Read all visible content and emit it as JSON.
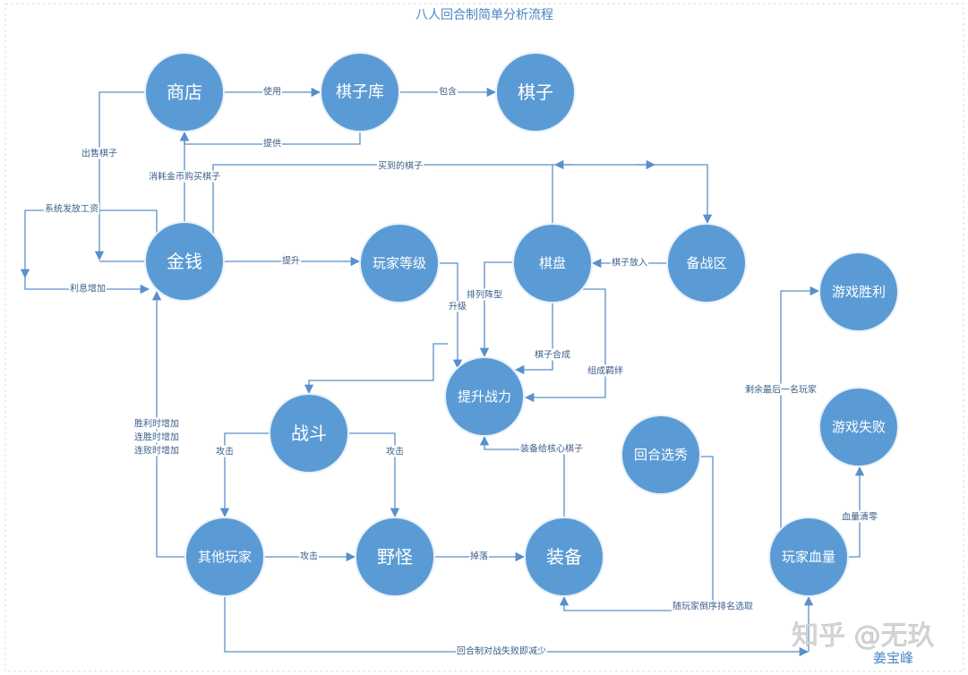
{
  "title": "八人回合制简单分析流程",
  "nodes": {
    "shop": "商店",
    "pool": "棋子库",
    "piece": "棋子",
    "money": "金钱",
    "level": "玩家等级",
    "board": "棋盘",
    "bench": "备战区",
    "win": "游戏胜利",
    "power": "提升战力",
    "battle": "战斗",
    "draft": "回合选秀",
    "lose": "游戏失败",
    "others": "其他玩家",
    "monster": "野怪",
    "equip": "装备",
    "hp": "玩家血量"
  },
  "edges": {
    "use": "使用",
    "contain": "包含",
    "provide": "提供",
    "sell": "出售棋子",
    "buy": "消耗金币购买棋子",
    "bought": "买到的棋子",
    "salary": "系统发放工资",
    "interest": "利息增加",
    "upgrade_money": "提升",
    "level_up": "升级",
    "place": "棋子放入",
    "arrange": "排列阵型",
    "merge": "棋子合成",
    "synergy": "组成羁绊",
    "attack_left": "攻击",
    "attack_right": "攻击",
    "win_line1": "胜利时增加",
    "win_line2": "连胜时增加",
    "win_line3": "连败时增加",
    "attack_mid": "攻击",
    "drop": "掉落",
    "equip_core": "装备给核心棋子",
    "draft_pick": "随玩家倒序排名选取",
    "hp_loss": "回合制对战失败即减少",
    "last_one": "剩余最后一名玩家",
    "hp_zero": "血量清零"
  },
  "watermark": "知乎 @无玖",
  "author": "姜宝峰"
}
